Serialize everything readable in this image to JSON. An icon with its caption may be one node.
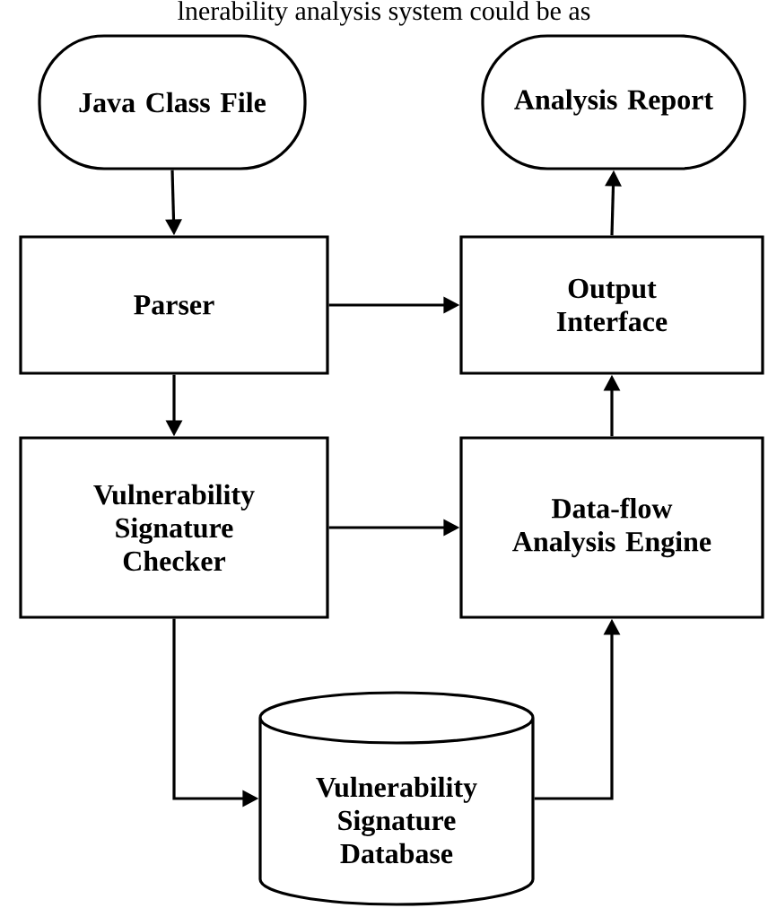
{
  "diagram": {
    "nodes": [
      {
        "text": [
          "Java Class File"
        ]
      },
      {
        "text": [
          "Analysis Report"
        ]
      },
      {
        "text": [
          "Parser"
        ]
      },
      {
        "text": [
          "Output Interface"
        ]
      },
      {
        "text": [
          "Vulnerability Signature Checker"
        ]
      },
      {
        "text": [
          "Data-flow Analysis Engine"
        ]
      },
      {
        "text": [
          "Vulnerability Signature Database"
        ]
      }
    ],
    "edges": [
      {
        "from": 0,
        "to": 2,
        "arrow": "to"
      },
      {
        "from": 2,
        "to": 3,
        "arrow": "to"
      },
      {
        "from": 3,
        "to": 1,
        "arrow": "to"
      },
      {
        "from": 2,
        "to": 4,
        "arrow": "to"
      },
      {
        "from": 4,
        "to": 5,
        "arrow": "to"
      },
      {
        "from": 5,
        "to": 3,
        "arrow": "to"
      },
      {
        "from": 4,
        "to": 6,
        "arrow": "to"
      },
      {
        "from": 6,
        "to": 5,
        "arrow": "to"
      }
    ],
    "labels": [
      "lnerability analysis system could be as"
    ]
  }
}
